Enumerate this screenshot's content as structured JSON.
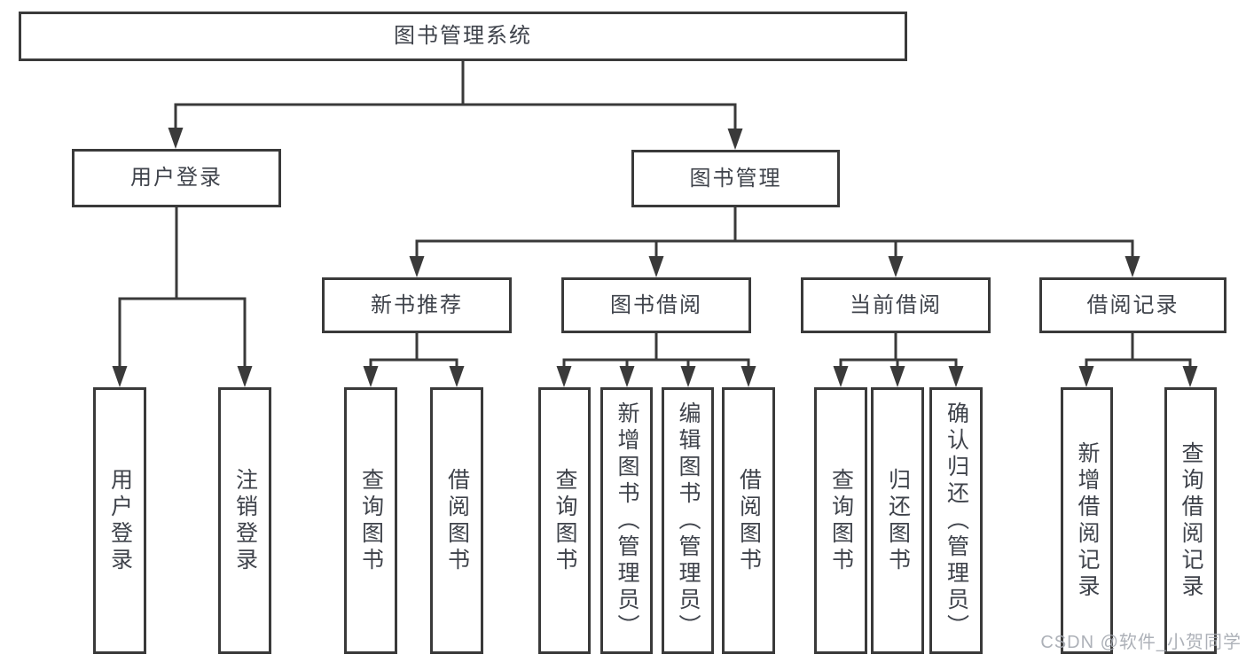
{
  "diagram": {
    "watermark": "CSDN @软件_小贺同学",
    "colors": {
      "line": "#3a3a3a",
      "box_border": "#3a3a3a",
      "text": "#3f434b",
      "watermark": "#a4a8b0",
      "background": "#ffffff"
    },
    "tree": {
      "root": {
        "label": "图书管理系统",
        "children": [
          {
            "label": "用户登录",
            "children": [
              {
                "label": "用户登录"
              },
              {
                "label": "注销登录"
              }
            ]
          },
          {
            "label": "图书管理",
            "children": [
              {
                "label": "新书推荐",
                "children": [
                  {
                    "label": "查询图书"
                  },
                  {
                    "label": "借阅图书"
                  }
                ]
              },
              {
                "label": "图书借阅",
                "children": [
                  {
                    "label": "查询图书"
                  },
                  {
                    "label": "新增图书（管理员）"
                  },
                  {
                    "label": "编辑图书（管理员）"
                  },
                  {
                    "label": "借阅图书"
                  }
                ]
              },
              {
                "label": "当前借阅",
                "children": [
                  {
                    "label": "查询图书"
                  },
                  {
                    "label": "归还图书"
                  },
                  {
                    "label": "确认归还（管理员）"
                  }
                ]
              },
              {
                "label": "借阅记录",
                "children": [
                  {
                    "label": "新增借阅记录"
                  },
                  {
                    "label": "查询借阅记录"
                  }
                ]
              }
            ]
          }
        ]
      }
    }
  }
}
